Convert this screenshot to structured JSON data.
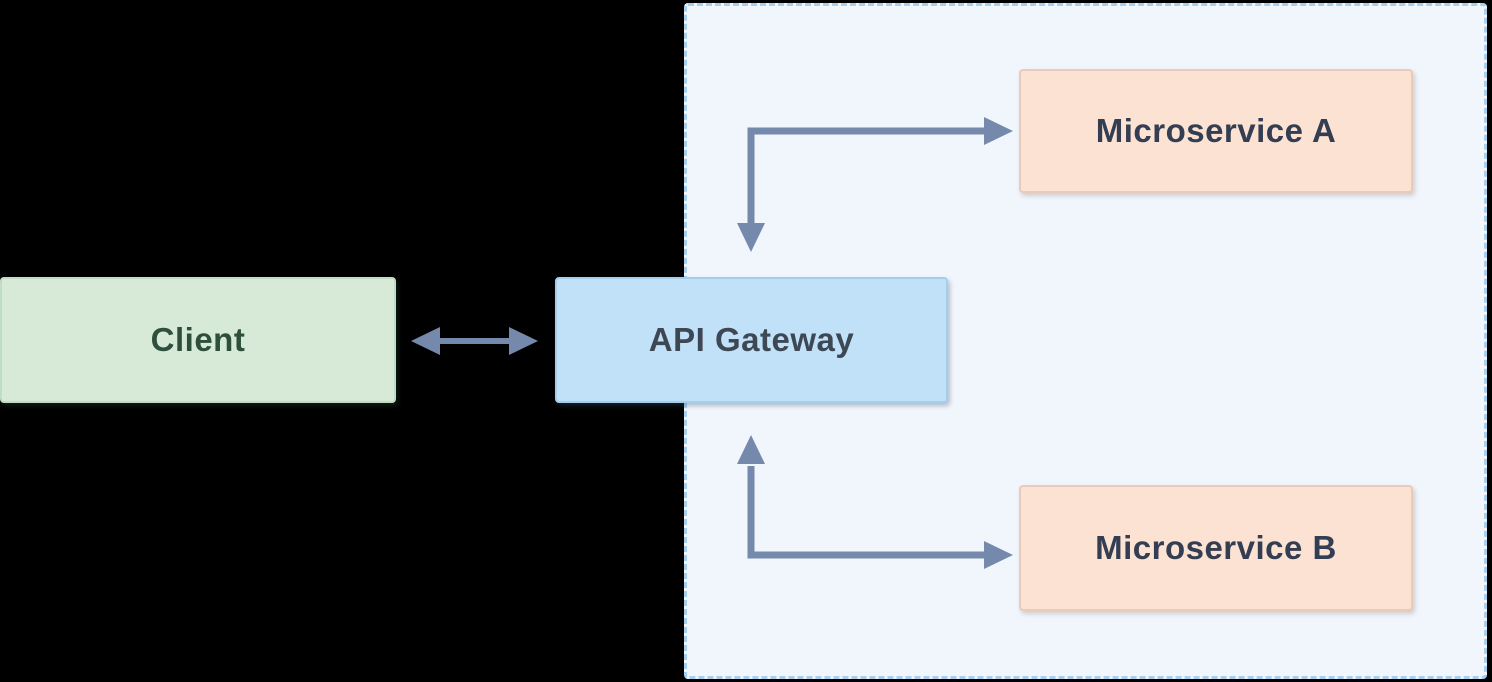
{
  "diagram": {
    "type": "architecture-diagram",
    "nodes": {
      "client": {
        "label": "Client",
        "fill": "#d7e9d7",
        "border": "#c1dcc5",
        "text_color": "#2f4f3d"
      },
      "api_gateway": {
        "label": "API Gateway",
        "fill": "#c0e1f8",
        "border": "#a6cdec",
        "text_color": "#3e4854"
      },
      "microservice_a": {
        "label": "Microservice A",
        "fill": "#fce2d3",
        "border": "#eacaba",
        "text_color": "#333e52"
      },
      "microservice_b": {
        "label": "Microservice B",
        "fill": "#fce2d3",
        "border": "#eacaba",
        "text_color": "#333e52"
      }
    },
    "boundary": {
      "fill": "#f1f6fd",
      "border_color": "#a9cfef",
      "border_style": "dashed",
      "contains": [
        "api_gateway",
        "microservice_a",
        "microservice_b"
      ]
    },
    "edges": [
      {
        "from": "client",
        "to": "api_gateway",
        "direction": "bidirectional",
        "shape": "straight"
      },
      {
        "from": "api_gateway",
        "to": "microservice_a",
        "direction": "bidirectional",
        "shape": "elbow"
      },
      {
        "from": "api_gateway",
        "to": "microservice_b",
        "direction": "bidirectional",
        "shape": "elbow"
      }
    ],
    "arrow_color": "#7589ac",
    "background_color": "#000000"
  }
}
